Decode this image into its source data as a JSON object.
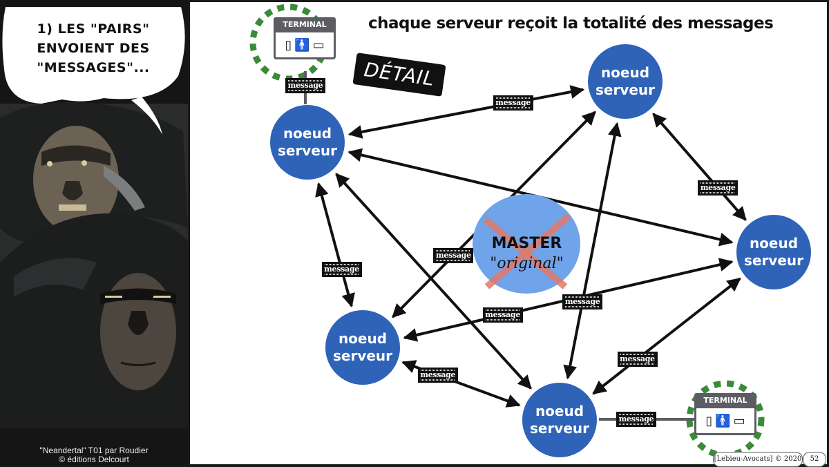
{
  "comic": {
    "bubble_lines": [
      "1) LES \"PAIRS\"",
      "ENVOIENT DES",
      "\"MESSAGES\"..."
    ],
    "credit_line1": "\"Neandertal\" T01 par Roudier",
    "credit_line2": "© éditions Delcourt"
  },
  "slide": {
    "title": "chaque serveur reçoit la totalité des messages",
    "detail_badge": "DÉTAIL",
    "terminal_label": "TERMINAL",
    "terminal_icons": [
      "smartphone-icon",
      "man-icon",
      "woman-icon",
      "laptop-icon"
    ],
    "message_label": "message",
    "node_line1": "noeud",
    "node_line2": "serveur",
    "master_line1": "MASTER",
    "master_line2": "\"original\"",
    "master_status": "crossed-out",
    "colors": {
      "node": "#2e63b8",
      "master": "#6fa3ea",
      "cross": "#e07a6a",
      "terminal_dash": "#3a8a3a",
      "terminal_gray": "#5b5d63"
    }
  },
  "nodes": [
    {
      "id": "top-left"
    },
    {
      "id": "top-right"
    },
    {
      "id": "right"
    },
    {
      "id": "bottom-left"
    },
    {
      "id": "bottom"
    }
  ],
  "edges": [
    {
      "from": "top-right",
      "to": "top-left",
      "bidirectional": true,
      "message": true
    },
    {
      "from": "right",
      "to": "top-left",
      "bidirectional": true,
      "message": false
    },
    {
      "from": "bottom-left",
      "to": "top-left",
      "bidirectional": true,
      "message": true
    },
    {
      "from": "bottom",
      "to": "top-left",
      "bidirectional": true,
      "message": false
    },
    {
      "from": "bottom-left",
      "to": "top-right",
      "bidirectional": true,
      "message": true
    },
    {
      "from": "bottom",
      "to": "top-right",
      "bidirectional": true,
      "message": true
    },
    {
      "from": "right",
      "to": "top-right",
      "bidirectional": true,
      "message": true
    },
    {
      "from": "bottom-left",
      "to": "right",
      "bidirectional": true,
      "message": true
    },
    {
      "from": "bottom",
      "to": "right",
      "bidirectional": true,
      "message": true
    },
    {
      "from": "bottom-left",
      "to": "bottom",
      "bidirectional": true,
      "message": true
    }
  ],
  "footer": {
    "copyright": "[Lebieu-Avocats] © 2020",
    "page_number": "52"
  }
}
